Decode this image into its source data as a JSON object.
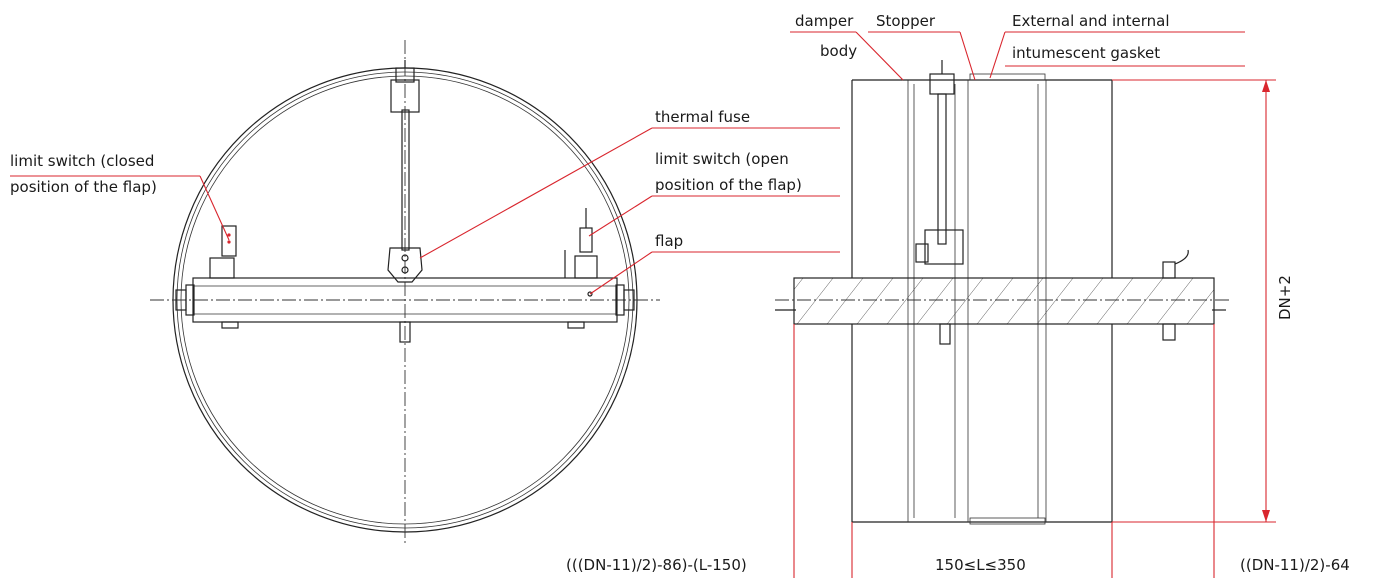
{
  "labels": {
    "limit_switch_closed_1": "limit switch (closed",
    "limit_switch_closed_2": "position of the flap)",
    "thermal_fuse": "thermal fuse",
    "limit_switch_open_1": "limit switch (open",
    "limit_switch_open_2": "position of the flap)",
    "flap": "flap",
    "damper_1": "damper",
    "damper_2": "body",
    "stopper": "Stopper",
    "gasket_1": "External and internal",
    "gasket_2": "intumescent gasket"
  },
  "dimensions": {
    "left": "(((DN-11)/2)-86)-(L-150)",
    "middle": "150≤L≤350",
    "right": "((DN-11)/2)-64",
    "height": "DN+2"
  },
  "colors": {
    "leader": "#d9262e",
    "line": "#222222"
  }
}
